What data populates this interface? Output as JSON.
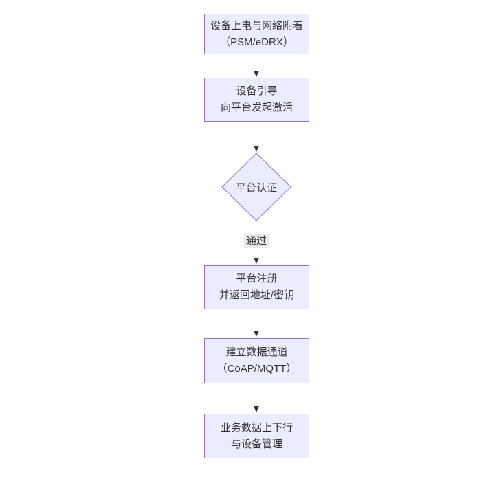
{
  "diagram": {
    "type": "flowchart",
    "direction": "top-down",
    "colors": {
      "node_fill": "#ECECFF",
      "node_border": "#9370DB",
      "arrow": "#333333",
      "edge_label_bg": "#E8E8E8",
      "text": "#333333",
      "background": "#FFFFFF"
    },
    "nodes": [
      {
        "id": "attach",
        "shape": "rectangle",
        "lines": [
          "设备上电与网络附着",
          "（PSM/eDRX）"
        ]
      },
      {
        "id": "bootstrap",
        "shape": "rectangle",
        "lines": [
          "设备引导",
          "向平台发起激活"
        ]
      },
      {
        "id": "auth",
        "shape": "diamond",
        "lines": [
          "平台认证"
        ]
      },
      {
        "id": "register",
        "shape": "rectangle",
        "lines": [
          "平台注册",
          "并返回地址/密钥"
        ]
      },
      {
        "id": "channel",
        "shape": "rectangle",
        "lines": [
          "建立数据通道",
          "（CoAP/MQTT）"
        ]
      },
      {
        "id": "business",
        "shape": "rectangle",
        "lines": [
          "业务数据上下行",
          "与设备管理"
        ]
      }
    ],
    "edges": [
      {
        "from": "attach",
        "to": "bootstrap",
        "label": ""
      },
      {
        "from": "bootstrap",
        "to": "auth",
        "label": ""
      },
      {
        "from": "auth",
        "to": "register",
        "label": "通过"
      },
      {
        "from": "register",
        "to": "channel",
        "label": ""
      },
      {
        "from": "channel",
        "to": "business",
        "label": ""
      }
    ]
  }
}
